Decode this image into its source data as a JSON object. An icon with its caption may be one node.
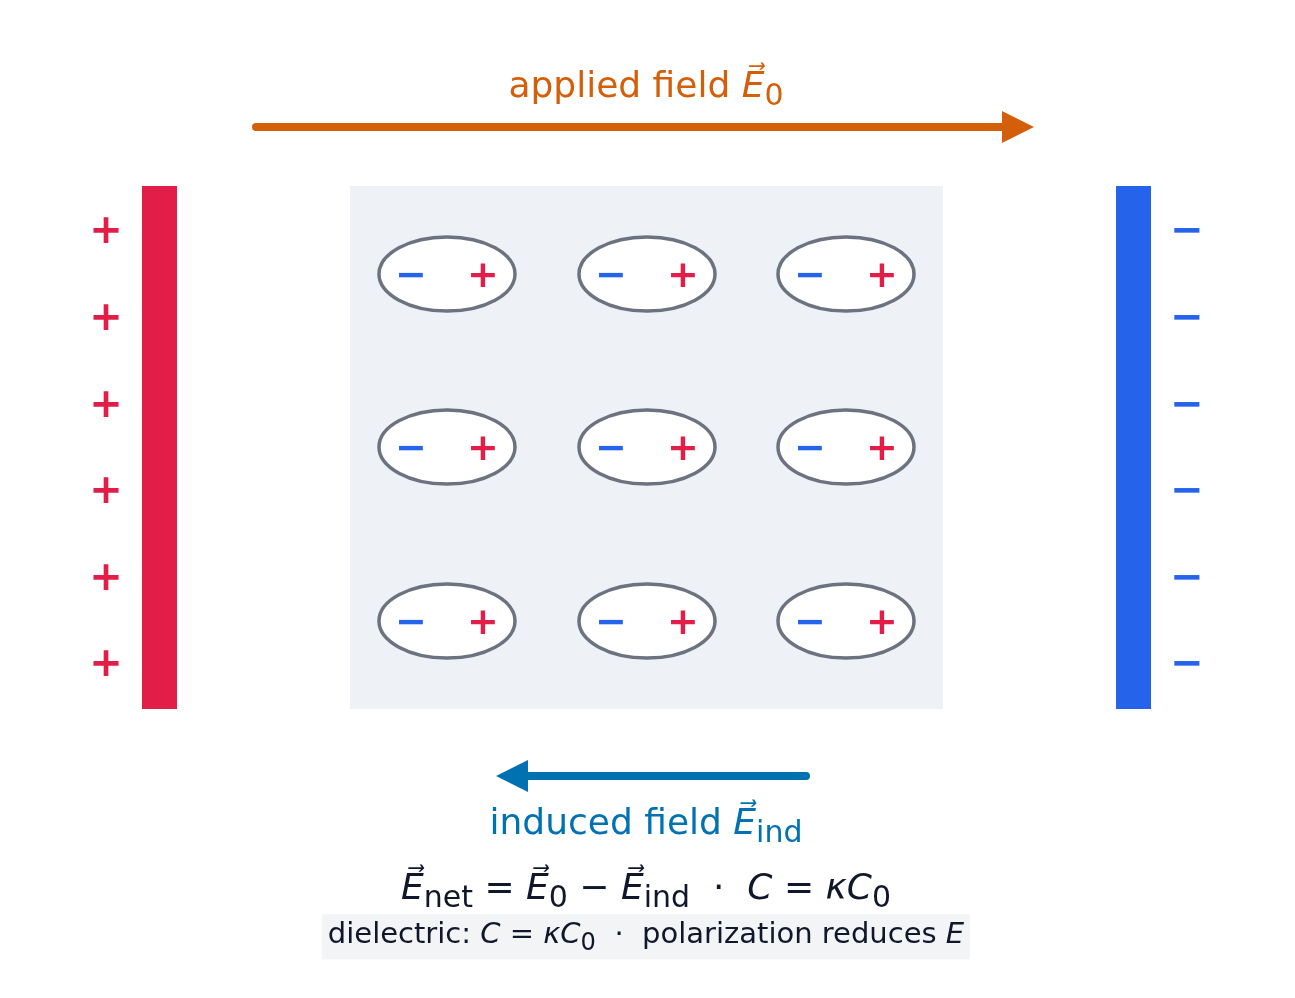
{
  "diagram": {
    "caption": "dielectric: *C* = *κC*$_{0}$  ·  polarization reduces *E*",
    "nodes": [
      {
        "text": [],
        "shape": "bar",
        "beside": [
          "+",
          "+",
          "+",
          "+",
          "+",
          "+"
        ]
      },
      {
        "text": [],
        "shape": "box"
      },
      {
        "text": [
          "−",
          "+"
        ],
        "in": 1
      },
      {
        "text": [
          "−",
          "+"
        ],
        "in": 1
      },
      {
        "text": [
          "−",
          "+"
        ],
        "in": 1
      },
      {
        "text": [
          "−",
          "+"
        ],
        "in": 1
      },
      {
        "text": [
          "−",
          "+"
        ],
        "in": 1
      },
      {
        "text": [
          "−",
          "+"
        ],
        "in": 1
      },
      {
        "text": [
          "−",
          "+"
        ],
        "in": 1
      },
      {
        "text": [
          "−",
          "+"
        ],
        "in": 1
      },
      {
        "text": [
          "−",
          "+"
        ],
        "in": 1
      },
      {
        "text": [],
        "shape": "bar",
        "beside": [
          "−",
          "−",
          "−",
          "−",
          "−",
          "−"
        ]
      }
    ],
    "labels": [
      "applied field *E⃗*$_{0}$",
      "induced field *E⃗*$_{ind}$",
      "*E⃗*$_{net}$ = *E⃗*$_{0}$ − *E⃗*$_{ind}$  ·  *C* = *κC*$_{0}$"
    ]
  }
}
